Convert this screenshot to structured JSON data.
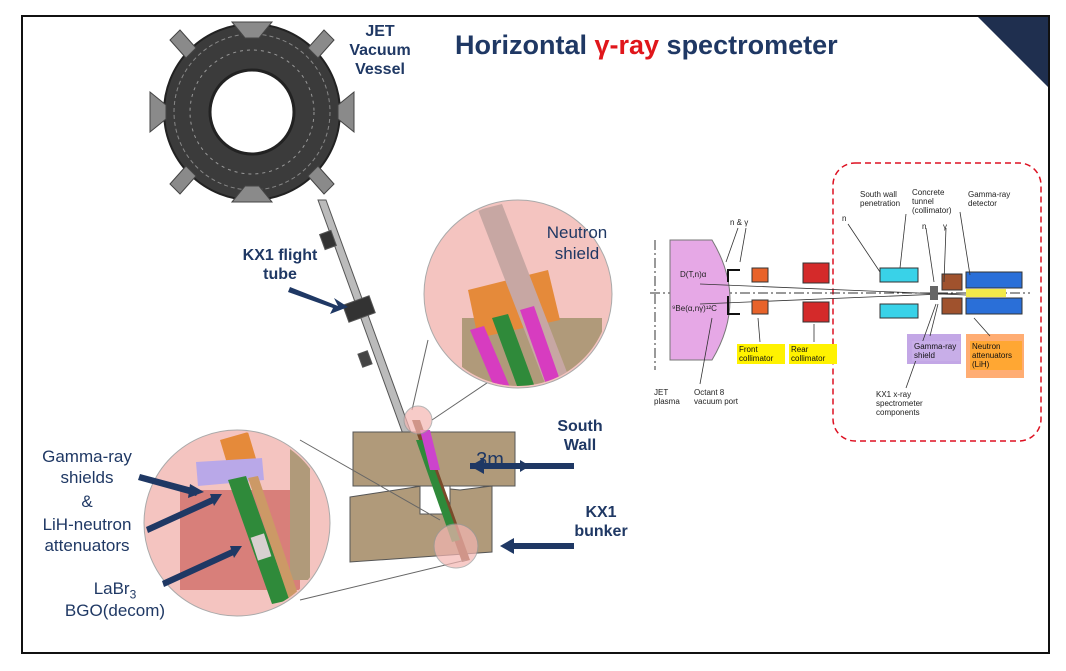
{
  "title": {
    "prefix": "Horizontal ",
    "gamma": "γ-ray",
    "suffix": " spectrometer"
  },
  "labels": {
    "jet_vessel": "JET Vacuum Vessel",
    "kx1_flight_tube": "KX1 flight tube",
    "neutron_shield": "Neutron shield",
    "south_wall": "South Wall",
    "three_m": "3m",
    "kx1_bunker": "KX1 bunker",
    "gamma_shields": "Gamma-ray shields",
    "ampersand": "&",
    "lih_attenuators": "LiH-neutron attenuators",
    "labr": "LaBr",
    "labr_sub": "3",
    "bgo": "BGO(decom)"
  },
  "schematic": {
    "n_gamma": "n & γ",
    "dt": "D(T,n)α",
    "be": "⁹Be(α,nγ)¹²C",
    "jet_plasma": "JET plasma",
    "octant": "Octant 8 vacuum port",
    "front_collimator": "Front collimator",
    "rear_collimator": "Rear collimator",
    "south_wall_pen": "South wall penetration",
    "concrete_tunnel": "Concrete tunnel (collimator)",
    "gamma_detector": "Gamma-ray detector",
    "n1": "n",
    "n2": "n",
    "gamma": "γ",
    "gamma_ray_shield": "Gamma-ray shield",
    "neutron_attenuators": "Neutron attenuators (LiH)",
    "kx1_components": "KX1 x-ray spectrometer components"
  },
  "colors": {
    "title": "#1f3864",
    "gamma": "#e0161b",
    "highlight": "#fff200",
    "corner": "#1f2f4f"
  }
}
